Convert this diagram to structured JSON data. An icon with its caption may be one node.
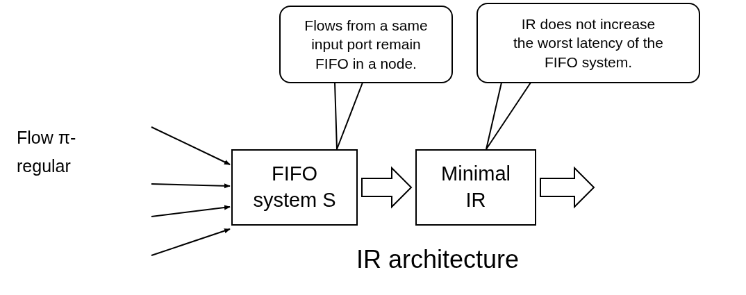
{
  "diagram": {
    "nodes": [
      {
        "text": [
          "Flows from a same input port remain FIFO in a node."
        ]
      },
      {
        "text": [
          "IR does not increase the worst latency of the FIFO system."
        ]
      },
      {
        "text": [
          "FIFO system S"
        ]
      },
      {
        "text": [
          "Minimal IR"
        ]
      }
    ],
    "edges": [
      {
        "from": null,
        "to": 2,
        "arrow": "to"
      },
      {
        "from": null,
        "to": 2,
        "arrow": "to"
      },
      {
        "from": null,
        "to": 2,
        "arrow": "to"
      },
      {
        "from": null,
        "to": 2,
        "arrow": "to"
      },
      {
        "from": 2,
        "to": 3,
        "arrow": "to",
        "style": "thick"
      },
      {
        "from": 3,
        "to": null,
        "arrow": "to",
        "style": "thick"
      },
      {
        "from": 0,
        "to": 2,
        "arrow": "none"
      },
      {
        "from": 1,
        "to": 3,
        "arrow": "none"
      }
    ],
    "labels": [
      "Flow π-regular",
      "IR architecture"
    ]
  }
}
